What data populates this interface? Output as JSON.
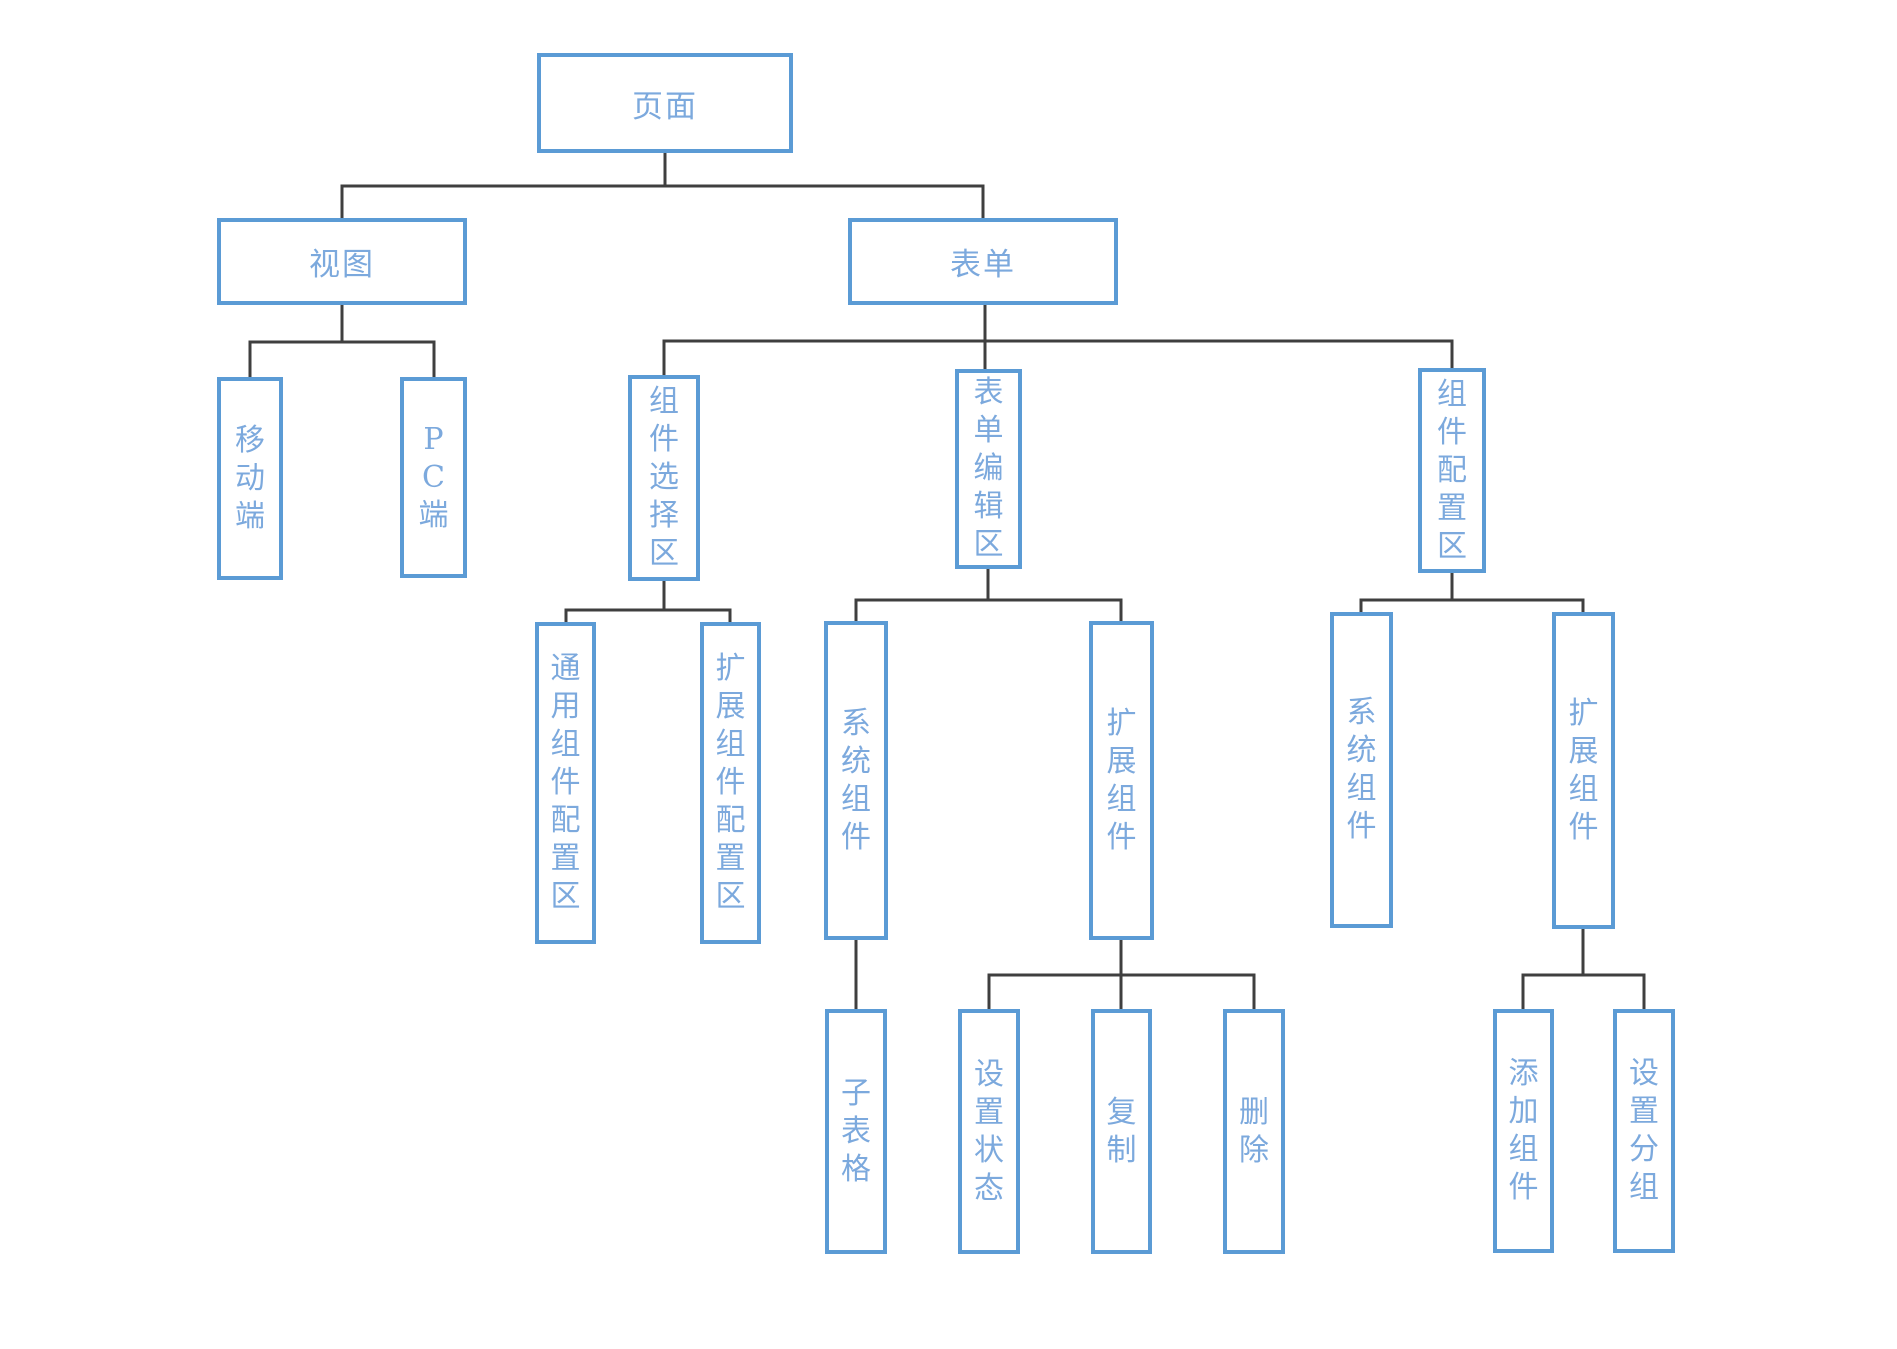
{
  "diagram": {
    "colors": {
      "node_border": "#5b9bd5",
      "node_text": "#7ca9dd",
      "connector": "#3f3f3f",
      "background": "#ffffff"
    },
    "nodes": {
      "page": {
        "label": "页面"
      },
      "view": {
        "label": "视图"
      },
      "form": {
        "label": "表单"
      },
      "mobile": {
        "label": "移动端"
      },
      "pc": {
        "label": "PC端"
      },
      "component_select_area": {
        "label": "组件选择区"
      },
      "form_edit_area": {
        "label": "表单编辑区"
      },
      "component_config_area": {
        "label": "组件配置区"
      },
      "general_component_config_area": {
        "label": "通用组件配置区"
      },
      "extended_component_config_area": {
        "label": "扩展组件配置区"
      },
      "system_component_edit": {
        "label": "系统组件"
      },
      "extended_component_edit": {
        "label": "扩展组件"
      },
      "system_component_config": {
        "label": "系统组件"
      },
      "extended_component_config": {
        "label": "扩展组件"
      },
      "sub_table": {
        "label": "子表格"
      },
      "set_state": {
        "label": "设置状态"
      },
      "copy": {
        "label": "复制"
      },
      "delete": {
        "label": "删除"
      },
      "add_component": {
        "label": "添加组件"
      },
      "set_group": {
        "label": "设置分组"
      }
    },
    "tree": {
      "页面": {
        "视图": [
          "移动端",
          "PC端"
        ],
        "表单": {
          "组件选择区": [
            "通用组件配置区",
            "扩展组件配置区"
          ],
          "表单编辑区": {
            "系统组件": [
              "子表格"
            ],
            "扩展组件": [
              "设置状态",
              "复制",
              "删除"
            ]
          },
          "组件配置区": {
            "系统组件": [],
            "扩展组件": [
              "添加组件",
              "设置分组"
            ]
          }
        }
      }
    }
  }
}
